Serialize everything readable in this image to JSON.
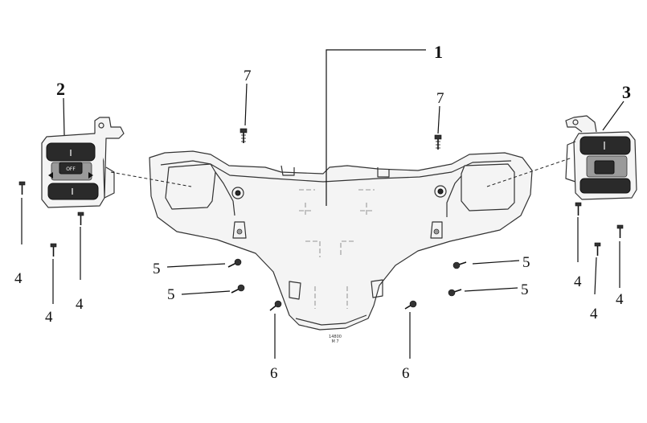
{
  "callouts": {
    "c1": "1",
    "c2": "2",
    "c3": "3",
    "c4a": "4",
    "c4b": "4",
    "c4c": "4",
    "c4d": "4",
    "c4e": "4",
    "c4f": "4",
    "c5a": "5",
    "c5b": "5",
    "c5c": "5",
    "c5d": "5",
    "c6a": "6",
    "c6b": "6",
    "c7a": "7",
    "c7b": "7"
  },
  "part_marking": {
    "line1": "14800",
    "line2": "M 7"
  },
  "switch_label": "OFF"
}
